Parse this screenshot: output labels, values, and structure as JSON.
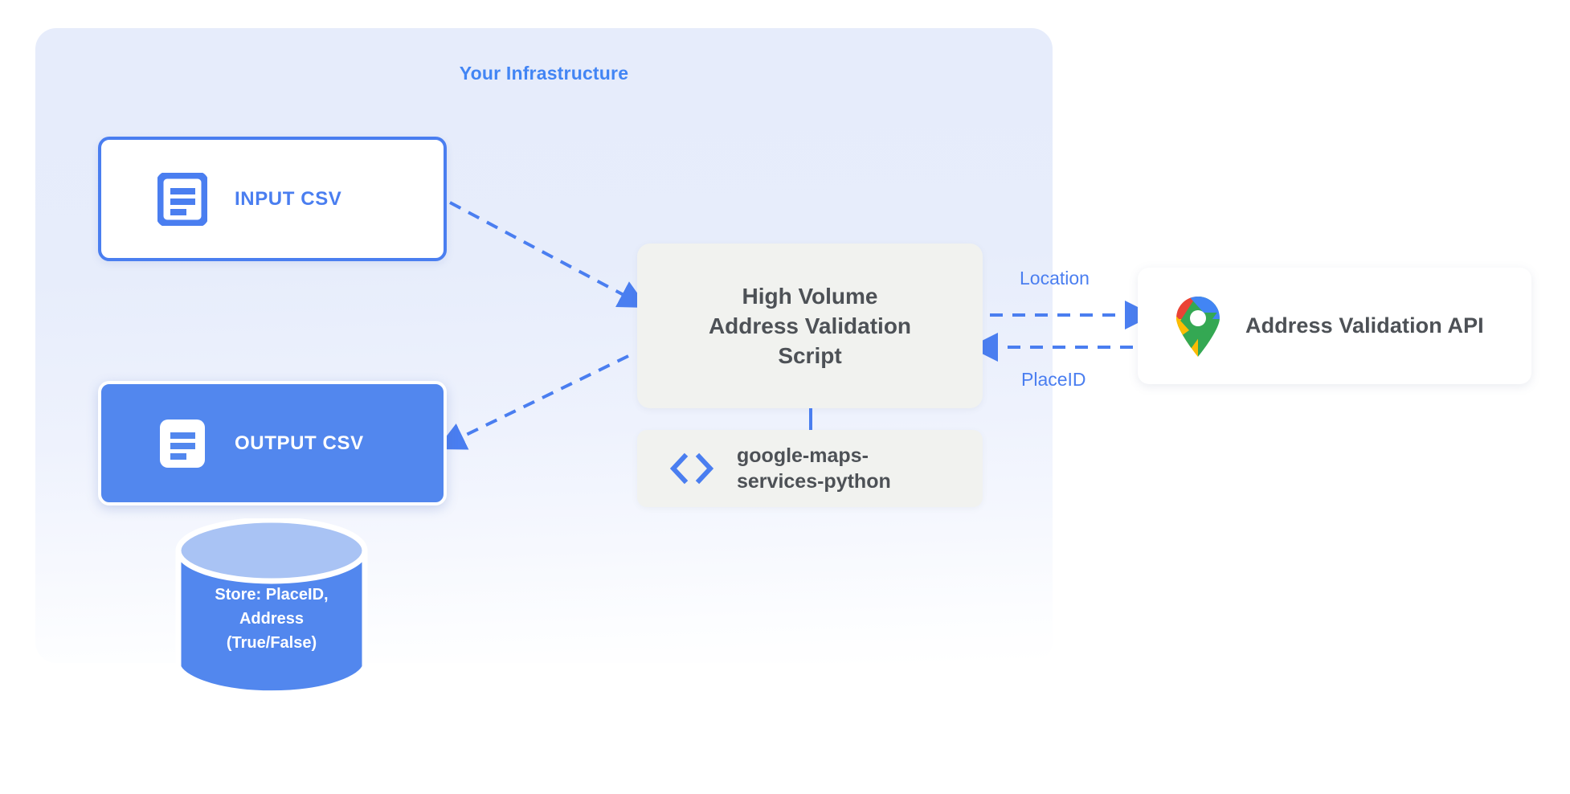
{
  "panel": {
    "title": "Your Infrastructure"
  },
  "nodes": {
    "input_csv": {
      "label": "INPUT CSV",
      "icon": "csv-document-icon"
    },
    "output_csv": {
      "label": "OUTPUT CSV",
      "icon": "csv-document-icon"
    },
    "script": {
      "line1": "High Volume",
      "line2": "Address Validation",
      "line3": "Script"
    },
    "library": {
      "line1": "google-maps-",
      "line2": "services-python",
      "icon": "code-brackets-icon"
    },
    "api": {
      "label": "Address Validation API",
      "icon": "google-maps-pin-icon"
    },
    "database": {
      "line1": "Store: PlaceID,",
      "line2": "Address",
      "line3": "(True/False)",
      "icon": "database-cylinder-icon"
    }
  },
  "edges": {
    "location_label": "Location",
    "placeid_label": "PlaceID"
  },
  "colors": {
    "panel_bg": "#e6ecfb",
    "accent_blue": "#4285f4",
    "node_blue": "#5287ee",
    "edge_blue": "#4a7ef0",
    "box_gray": "#f1f2ef",
    "text_dark": "#4d5156",
    "db_top": "#a9c3f4",
    "maps_red": "#ea4335",
    "maps_yellow": "#fbbc04",
    "maps_green": "#34a853",
    "maps_blue": "#4285f4"
  }
}
